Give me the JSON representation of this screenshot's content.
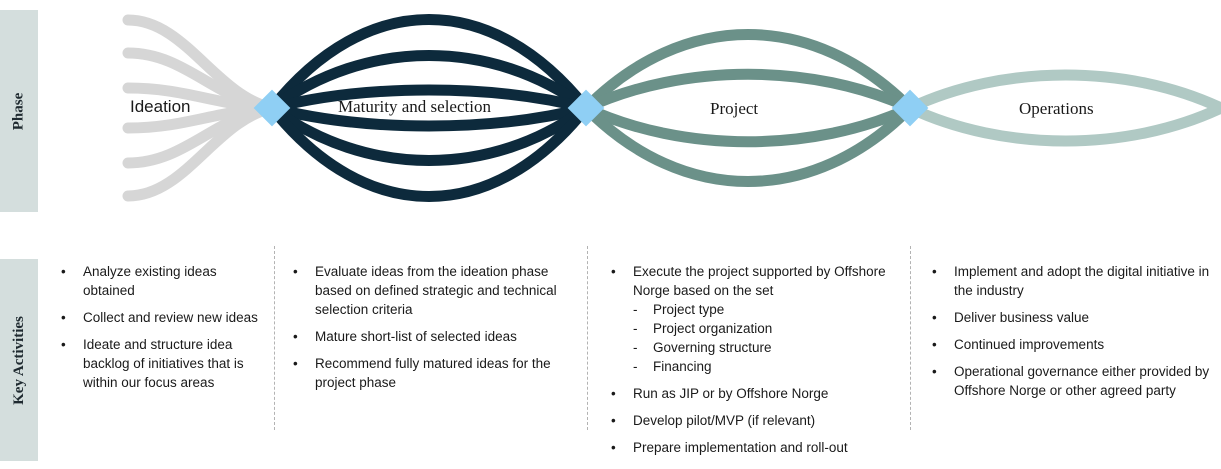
{
  "side_labels": {
    "phase": "Phase",
    "activities": "Key Activities"
  },
  "phases": [
    {
      "name": "Ideation",
      "color": "#d6d6d6"
    },
    {
      "name": "Maturity and selection",
      "color": "#0d2a3c"
    },
    {
      "name": "Project",
      "color": "#6b9189"
    },
    {
      "name": "Operations",
      "color": "#b0c9c4"
    }
  ],
  "connector_color": "#8fcff4",
  "columns": [
    {
      "items": [
        {
          "text": "Analyze existing ideas obtained"
        },
        {
          "text": "Collect and review new ideas"
        },
        {
          "text": "Ideate and structure idea backlog of initiatives that is within our focus areas"
        }
      ]
    },
    {
      "items": [
        {
          "text": "Evaluate ideas from the ideation phase based on defined strategic and technical selection criteria"
        },
        {
          "text": "Mature short-list of selected ideas"
        },
        {
          "text": "Recommend fully matured ideas for the project phase"
        }
      ]
    },
    {
      "items": [
        {
          "text": "Execute the project supported by Offshore Norge based on the set"
        },
        {
          "text": "Project type",
          "sub": true
        },
        {
          "text": "Project organization",
          "sub": true
        },
        {
          "text": "Governing structure",
          "sub": true
        },
        {
          "text": "Financing",
          "sub": true
        },
        {
          "text": "Run as JIP or by Offshore Norge"
        },
        {
          "text": "Develop pilot/MVP (if relevant)"
        },
        {
          "text": "Prepare implementation and roll-out"
        }
      ]
    },
    {
      "items": [
        {
          "text": "Implement and adopt the digital initiative in the industry"
        },
        {
          "text": "Deliver business value"
        },
        {
          "text": "Continued improvements"
        },
        {
          "text": "Operational governance either provided by Offshore Norge or other agreed party"
        }
      ]
    }
  ]
}
